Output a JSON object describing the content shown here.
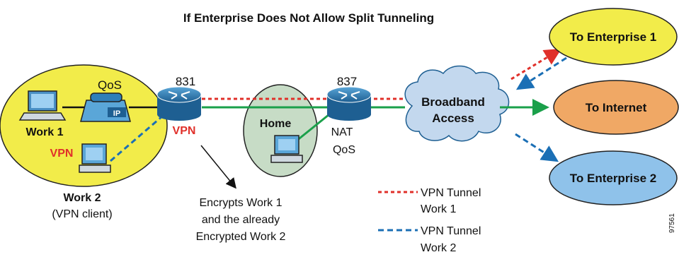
{
  "title": "If Enterprise Does Not Allow Split Tunneling",
  "router_831_label": "831",
  "router_837_label": "837",
  "qos_label": "QoS",
  "ip_phone_label": "IP",
  "work1_label": "Work 1",
  "work1_vpn_label": "VPN",
  "router_vpn_label": "VPN",
  "work2_label": "Work 2",
  "work2_sub": "(VPN client)",
  "home_label": "Home",
  "nat_label": "NAT",
  "nat_qos_label": "QoS",
  "broadband_line1": "Broadband",
  "broadband_line2": "Access",
  "to_enterprise1": "To Enterprise 1",
  "to_internet": "To Internet",
  "to_enterprise2": "To Enterprise 2",
  "annotation_lines": [
    "Encrypts Work 1",
    "and the already",
    "Encrypted Work 2"
  ],
  "legend": {
    "tunnel1_line1": "VPN Tunnel",
    "tunnel1_line2": "Work 1",
    "tunnel2_line1": "VPN Tunnel",
    "tunnel2_line2": "Work 2"
  },
  "figure_id": "97561",
  "colors": {
    "work_zone": "#f2ec4a",
    "home_zone": "#c7dcc6",
    "cloud": "#c3d8ee",
    "enterprise1": "#f2ec4a",
    "internet": "#f0a865",
    "enterprise2": "#8fc2ea",
    "router": "#2f7fb8",
    "tunnel1": "#e0302a",
    "tunnel2": "#1b6fb5",
    "green_link": "#1aa04a",
    "vpn_text": "#e0302a"
  }
}
